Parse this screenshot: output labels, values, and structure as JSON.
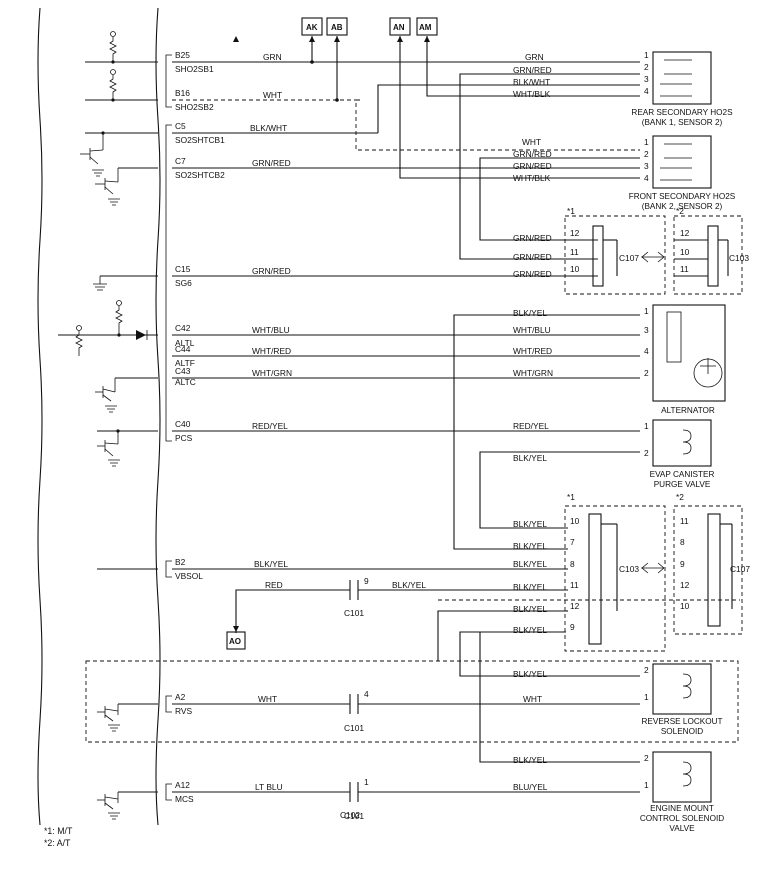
{
  "ecm_terminals": [
    {
      "pin": "B25",
      "name": "SHO2SB1"
    },
    {
      "pin": "B16",
      "name": "SHO2SB2"
    },
    {
      "pin": "C5",
      "name": "SO2SHTCB1"
    },
    {
      "pin": "C7",
      "name": "SO2SHTCB2"
    },
    {
      "pin": "C15",
      "name": "SG6"
    },
    {
      "pin": "C42",
      "name": "ALTL"
    },
    {
      "pin": "C44",
      "name": "ALTF"
    },
    {
      "pin": "C43",
      "name": "ALTC"
    },
    {
      "pin": "C40",
      "name": "PCS"
    },
    {
      "pin": "B2",
      "name": "VBSOL"
    },
    {
      "pin": "A2",
      "name": "RVS"
    },
    {
      "pin": "A12",
      "name": "MCS"
    }
  ],
  "wire_colors_left": [
    "GRN",
    "WHT",
    "BLK/WHT",
    "GRN/RED",
    "GRN/RED",
    "WHT/BLU",
    "WHT/RED",
    "WHT/GRN",
    "RED/YEL",
    "BLK/YEL",
    "RED",
    "BLK/YEL",
    "WHT",
    "LT BLU"
  ],
  "wire_colors_right": [
    "GRN",
    "GRN/RED",
    "BLK/WHT",
    "WHT/BLK",
    "WHT",
    "GRN/RED",
    "GRN/RED",
    "WHT/BLK",
    "GRN/RED",
    "GRN/RED",
    "GRN/RED",
    "BLK/YEL",
    "WHT/BLU",
    "WHT/RED",
    "WHT/GRN",
    "RED/YEL",
    "BLK/YEL",
    "BLK/YEL",
    "BLK/YEL",
    "BLK/YEL",
    "BLK/YEL",
    "BLK/YEL",
    "BLK/YEL",
    "BLK/YEL",
    "WHT",
    "BLK/YEL",
    "BLU/YEL"
  ],
  "connector_refs": [
    "AK",
    "AB",
    "AN",
    "AM",
    "AO"
  ],
  "junctions": [
    "C107",
    "C103",
    "C103",
    "C107",
    "C101",
    "C101",
    "C101",
    "C102"
  ],
  "junction_notes": [
    "*1",
    "*2",
    "*1",
    "*2"
  ],
  "inline_pins": [
    "9",
    "4",
    "1"
  ],
  "components": [
    {
      "title": "REAR SECONDARY HO2S",
      "sub": "(BANK 1, SENSOR 2)",
      "pins": [
        "1",
        "2",
        "3",
        "4"
      ]
    },
    {
      "title": "FRONT SECONDARY HO2S",
      "sub": "(BANK 2, SENSOR 2)",
      "pins": [
        "1",
        "2",
        "3",
        "4"
      ]
    },
    {
      "title": "ALTERNATOR",
      "sub": "",
      "pins": [
        "1",
        "3",
        "4",
        "2"
      ]
    },
    {
      "title": "EVAP CANISTER",
      "sub": "PURGE VALVE",
      "pins": [
        "1",
        "2"
      ]
    },
    {
      "title": "REVERSE LOCKOUT",
      "sub": "SOLENOID",
      "pins": [
        "2",
        "1"
      ]
    },
    {
      "title": "ENGINE MOUNT",
      "sub": "CONTROL SOLENOID",
      "sub2": "VALVE",
      "pins": [
        "2",
        "1"
      ]
    }
  ],
  "junction_pins_top_left": [
    "12",
    "11",
    "10"
  ],
  "junction_pins_top_right": [
    "12",
    "10",
    "11"
  ],
  "junction_pins_bottom_left": [
    "10",
    "7",
    "8",
    "11",
    "12",
    "9"
  ],
  "junction_pins_bottom_right": [
    "11",
    "8",
    "9",
    "12",
    "10"
  ],
  "footnotes": [
    "*1: M/T",
    "*2: A/T"
  ]
}
